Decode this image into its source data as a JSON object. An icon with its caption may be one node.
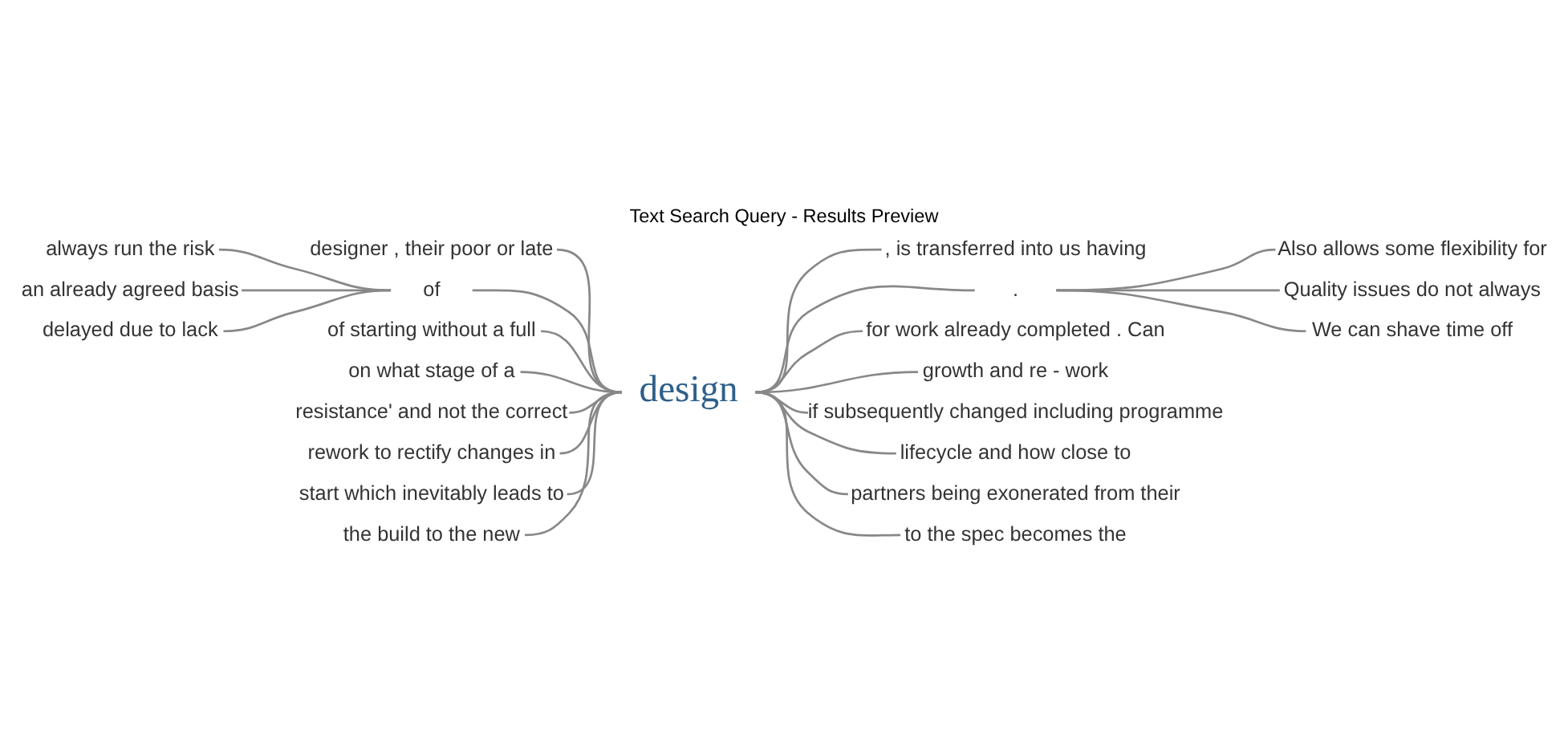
{
  "diagram": {
    "title": "Text Search Query - Results Preview",
    "nodes": [
      {
        "text": [
          "designer , their poor or late"
        ]
      },
      {
        "text": [
          "always run the risk"
        ]
      },
      {
        "text": [
          "an already agreed basis"
        ]
      },
      {
        "text": [
          "delayed due to lack"
        ]
      },
      {
        "text": [
          "of"
        ]
      },
      {
        "text": [
          "of starting without a full"
        ]
      },
      {
        "text": [
          "on what stage of a"
        ]
      },
      {
        "text": [
          "resistance' and not the correct"
        ]
      },
      {
        "text": [
          "rework to rectify changes in"
        ]
      },
      {
        "text": [
          "start which inevitably leads to"
        ]
      },
      {
        "text": [
          "the build to the new"
        ]
      },
      {
        "text": [
          "design"
        ]
      },
      {
        "text": [
          ", is transferred into us having"
        ]
      },
      {
        "text": [
          "."
        ]
      },
      {
        "text": [
          "Also allows some flexibility for"
        ]
      },
      {
        "text": [
          "Quality issues do not always"
        ]
      },
      {
        "text": [
          "We can shave time off"
        ]
      },
      {
        "text": [
          "for work already completed . Can"
        ]
      },
      {
        "text": [
          "growth and re - work"
        ]
      },
      {
        "text": [
          "if subsequently changed including programme"
        ]
      },
      {
        "text": [
          "lifecycle and how close to"
        ]
      },
      {
        "text": [
          "partners being exonerated from their"
        ]
      },
      {
        "text": [
          "to the spec becomes the"
        ]
      }
    ],
    "edges": [
      {
        "from": 0,
        "to": 11,
        "arrow": "none"
      },
      {
        "from": 1,
        "to": 4,
        "arrow": "none"
      },
      {
        "from": 2,
        "to": 4,
        "arrow": "none"
      },
      {
        "from": 3,
        "to": 4,
        "arrow": "none"
      },
      {
        "from": 4,
        "to": 11,
        "arrow": "none"
      },
      {
        "from": 5,
        "to": 11,
        "arrow": "none"
      },
      {
        "from": 6,
        "to": 11,
        "arrow": "none"
      },
      {
        "from": 7,
        "to": 11,
        "arrow": "none"
      },
      {
        "from": 8,
        "to": 11,
        "arrow": "none"
      },
      {
        "from": 9,
        "to": 11,
        "arrow": "none"
      },
      {
        "from": 10,
        "to": 11,
        "arrow": "none"
      },
      {
        "from": 11,
        "to": 12,
        "arrow": "none"
      },
      {
        "from": 11,
        "to": 13,
        "arrow": "none"
      },
      {
        "from": 13,
        "to": 14,
        "arrow": "none"
      },
      {
        "from": 13,
        "to": 15,
        "arrow": "none"
      },
      {
        "from": 13,
        "to": 16,
        "arrow": "none"
      },
      {
        "from": 11,
        "to": 17,
        "arrow": "none"
      },
      {
        "from": 11,
        "to": 18,
        "arrow": "none"
      },
      {
        "from": 11,
        "to": 19,
        "arrow": "none"
      },
      {
        "from": 11,
        "to": 20,
        "arrow": "none"
      },
      {
        "from": 11,
        "to": 21,
        "arrow": "none"
      },
      {
        "from": 11,
        "to": 22,
        "arrow": "none"
      }
    ]
  }
}
